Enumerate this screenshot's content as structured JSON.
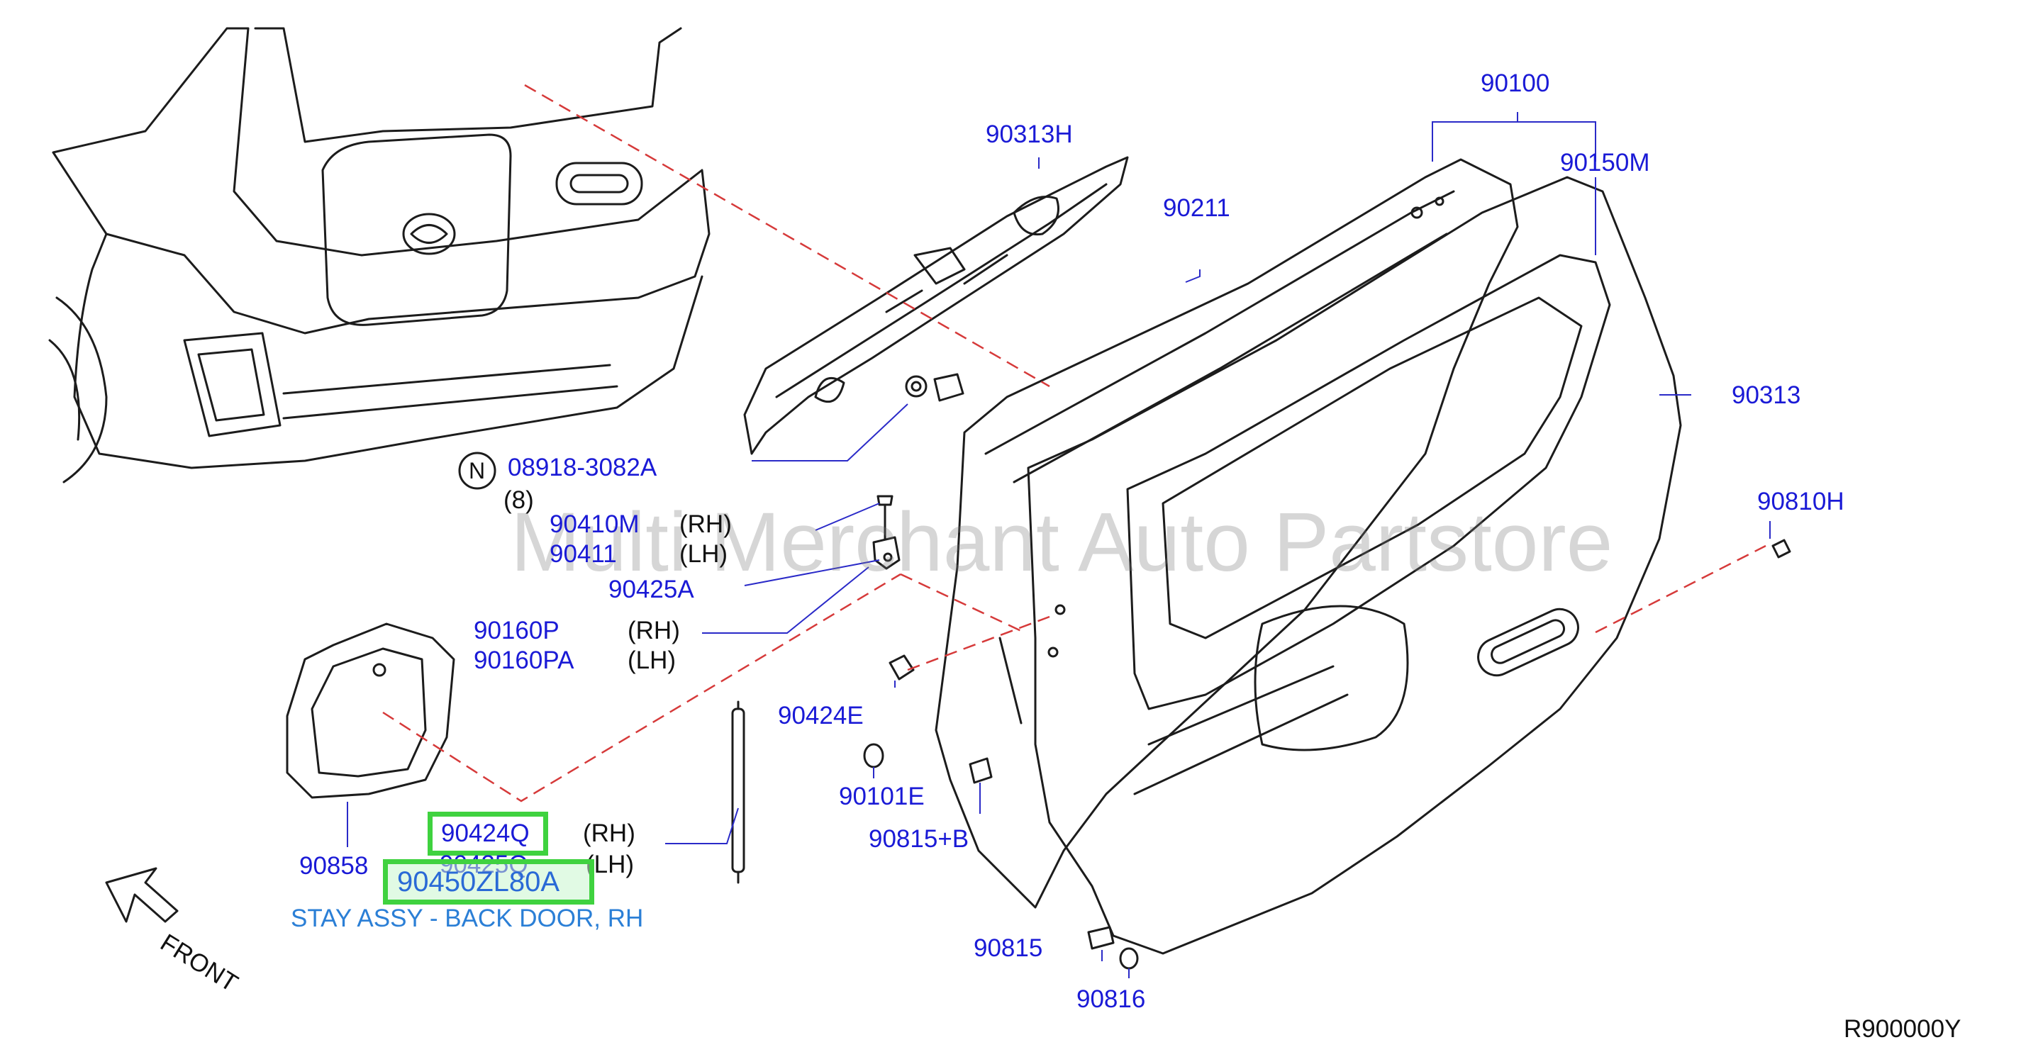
{
  "diagram": {
    "watermark": "Multi Merchant Auto Partstore",
    "ref_code": "R900000Y",
    "front_label": "FRONT",
    "n_symbol": "N",
    "selected": {
      "part_number": "90450ZL80A",
      "description": "STAY ASSY - BACK DOOR, RH"
    },
    "parts": [
      {
        "pn": "90100"
      },
      {
        "pn": "90150M"
      },
      {
        "pn": "90211"
      },
      {
        "pn": "90313H"
      },
      {
        "pn": "90313"
      },
      {
        "pn": "08918-3082A",
        "qty": "(8)"
      },
      {
        "pn": "90410M",
        "side": "(RH)"
      },
      {
        "pn": "90411",
        "side": "(LH)"
      },
      {
        "pn": "90425A"
      },
      {
        "pn": "90160P",
        "side": "(RH)"
      },
      {
        "pn": "90160PA",
        "side": "(LH)"
      },
      {
        "pn": "90810H"
      },
      {
        "pn": "90424E"
      },
      {
        "pn": "90101E"
      },
      {
        "pn": "90815+B"
      },
      {
        "pn": "90424Q",
        "side": "(RH)"
      },
      {
        "pn": "90425Q",
        "side": "(LH)"
      },
      {
        "pn": "90858"
      },
      {
        "pn": "90815"
      },
      {
        "pn": "90816"
      }
    ]
  }
}
